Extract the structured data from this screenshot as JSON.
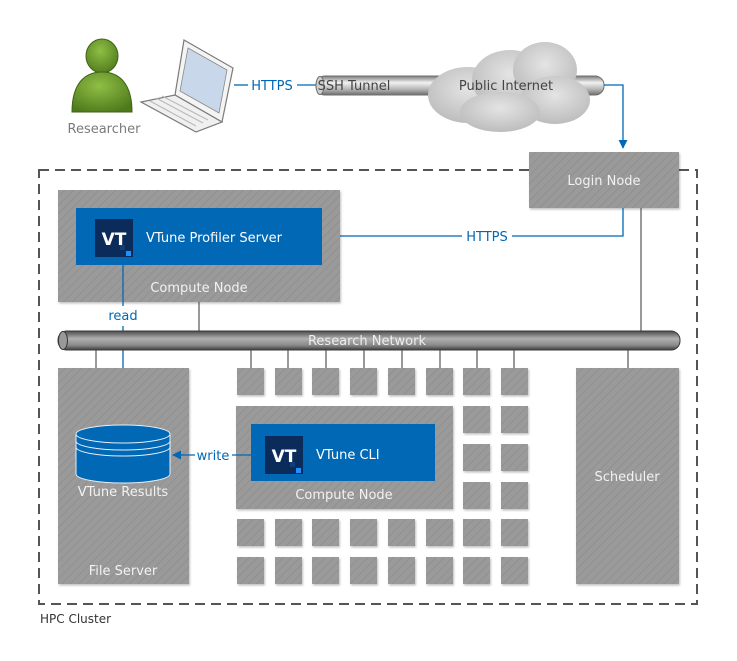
{
  "researcher": {
    "label": "Researcher"
  },
  "connections": {
    "laptop_to_tunnel": "HTTPS",
    "login_to_server": "HTTPS",
    "server_to_results": "read",
    "cli_to_results": "write"
  },
  "tunnel": {
    "label": "SSH Tunnel"
  },
  "internet": {
    "label": "Public Internet"
  },
  "login_node": {
    "label": "Login Node"
  },
  "cluster": {
    "label": "HPC Cluster"
  },
  "network": {
    "label": "Research Network"
  },
  "profiler_server": {
    "label": "VTune Profiler Server",
    "icon_text": "VT",
    "host_label": "Compute Node"
  },
  "cli": {
    "label": "VTune CLI",
    "icon_text": "VT",
    "host_label": "Compute Node"
  },
  "file_server": {
    "label": "File Server",
    "results_label": "VTune Results"
  },
  "scheduler": {
    "label": "Scheduler"
  },
  "colors": {
    "accent_blue": "#0068b5",
    "node_gray": "#999999",
    "icon_dark": "#0b2c5a",
    "person_green": "#6b9a2c"
  }
}
